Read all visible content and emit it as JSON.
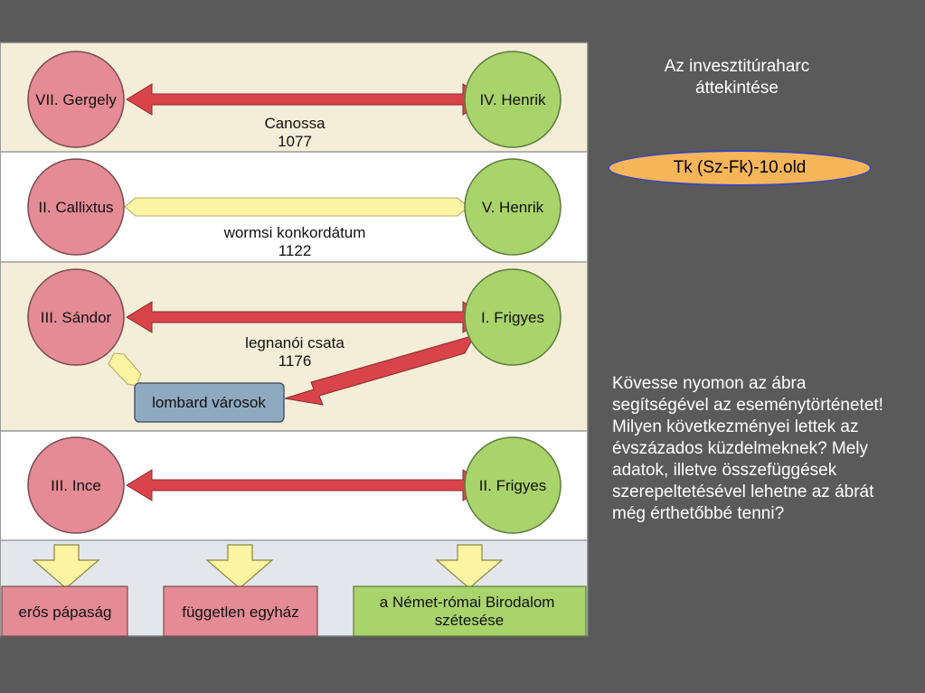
{
  "slide": {
    "title": "Az invesztitúraharc áttekintése",
    "reference": "Tk (Sz-Fk)-10.old",
    "question": "Kövesse nyomon az ábra segítségével az eseménytörténetet! Milyen következményei lettek az évszázados küzdelmeknek? Mely adatok, illetve összefüggések szerepeltetésével lehetne az ábrát még érthetőbbé tenni?"
  },
  "diagram": {
    "rows": [
      {
        "left": "VII. Gergely",
        "right": "IV. Henrik",
        "event": "Canossa",
        "year": "1077",
        "link": "conflict"
      },
      {
        "left": "II. Callixtus",
        "right": "V. Henrik",
        "event": "wormsi konkordátum",
        "year": "1122",
        "link": "agreement"
      },
      {
        "left": "III. Sándor",
        "right": "I. Frigyes",
        "event": "legnanói csata",
        "year": "1176",
        "link": "conflict",
        "ally": "lombard városok"
      },
      {
        "left": "III. Ince",
        "right": "II. Frigyes",
        "event": "",
        "year": "",
        "link": "conflict"
      }
    ],
    "outcomes": [
      "erős pápaság",
      "független egyház",
      "a Német-római Birodalom szétesése"
    ]
  },
  "colors": {
    "background": "#5a5a5a",
    "band_beige": "#f4eed8",
    "band_white": "#ffffff",
    "band_grey": "#e3e6ea",
    "pope_circle": "#e48b95",
    "emperor_circle": "#a9d36b",
    "conflict_arrow": "#d9434a",
    "agreement_bar": "#fbf5a3",
    "ally_box": "#8fa9c0",
    "outcome_pink": "#e48b95",
    "outcome_green": "#a9d36b",
    "badge_fill": "#f7b55a"
  }
}
